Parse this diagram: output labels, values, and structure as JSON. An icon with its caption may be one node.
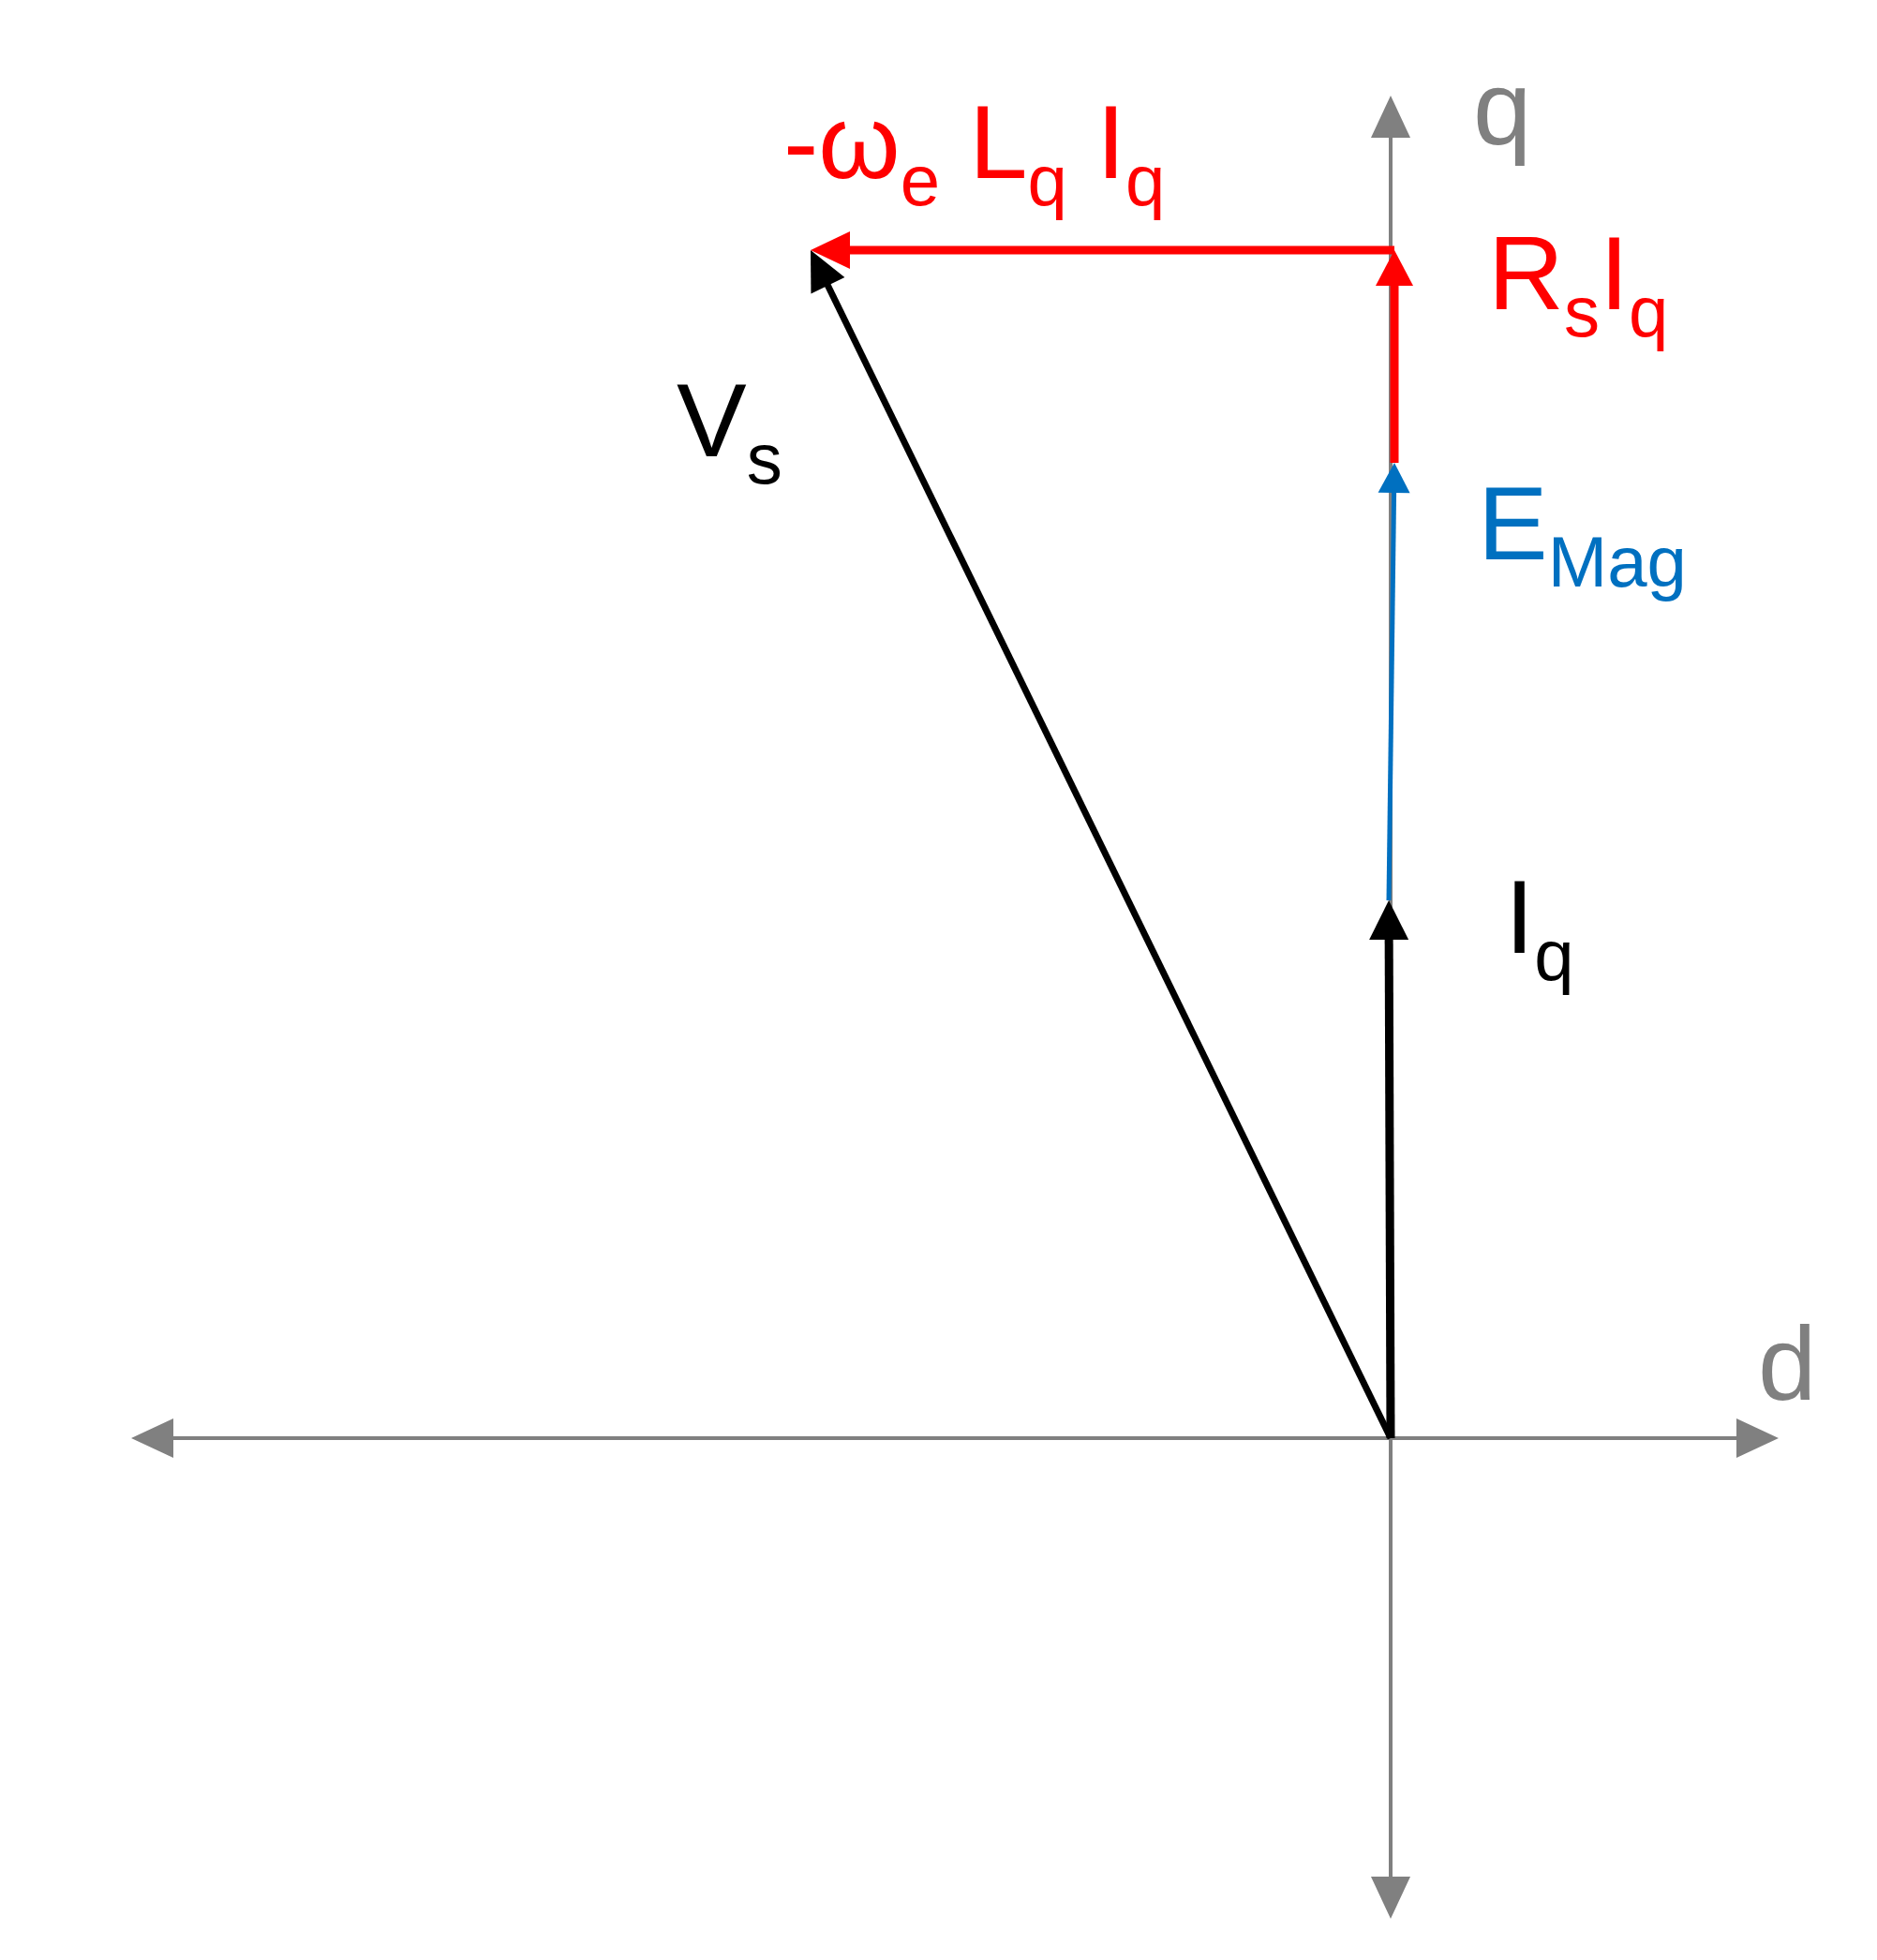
{
  "diagram": {
    "labels": [
      "q",
      "-ω$_{e}$ L$_{q}$ I$_{q}$",
      "R$_{s}$I$_{q}$",
      "V$_{s}$",
      "E$_{Mag}$",
      "I$_{q}$",
      "d"
    ]
  }
}
